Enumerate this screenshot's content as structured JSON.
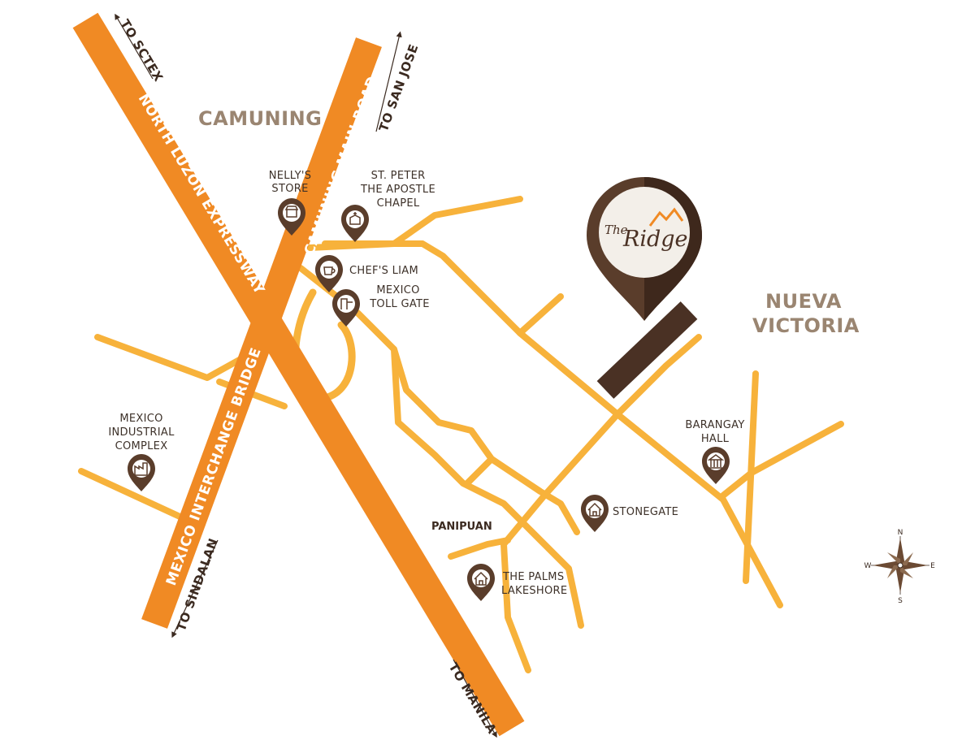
{
  "colors": {
    "expressway": "#f08a24",
    "local_road": "#f7b23b",
    "pin_brown": "#5a3d2b",
    "site_block": "#4a3124",
    "district_text": "#9a8571",
    "label_text": "#3d3129"
  },
  "districts": {
    "camuning": "CAMUNING",
    "nueva_victoria_line1": "NUEVA",
    "nueva_victoria_line2": "VICTORIA",
    "panipuan": "PANIPUAN"
  },
  "highways": {
    "nlex_north": "NORTH LUZON EXPRESSWAY",
    "nlex_south": "NORTH LUZON EXPRESSWAY",
    "camuning_road": "CAMUNING MAIN ROAD",
    "interchange_bridge": "MEXICO INTERCHANGE BRIDGE"
  },
  "destinations": {
    "sctex": "TO SCTEX",
    "san_jose": "TO SAN JOSE",
    "sindalan": "TO SINDALAN",
    "manila": "TO MANILA"
  },
  "landmarks": [
    {
      "lines": [
        "NELLY'S",
        "STORE"
      ],
      "icon": "store-icon"
    },
    {
      "lines": [
        "ST. PETER",
        "THE APOSTLE",
        "CHAPEL"
      ],
      "icon": "chapel-icon"
    },
    {
      "lines": [
        "CHEF'S LIAM"
      ],
      "icon": "coffee-cup-icon"
    },
    {
      "lines": [
        "MEXICO",
        "TOLL GATE"
      ],
      "icon": "toll-gate-icon"
    },
    {
      "lines": [
        "MEXICO",
        "INDUSTRIAL",
        "COMPLEX"
      ],
      "icon": "factory-icon"
    },
    {
      "lines": [
        "BARANGAY",
        "HALL"
      ],
      "icon": "government-hall-icon"
    },
    {
      "lines": [
        "STONEGATE"
      ],
      "icon": "house-icon"
    },
    {
      "lines": [
        "THE PALMS",
        "LAKESHORE"
      ],
      "icon": "house-icon"
    }
  ],
  "project_pin": {
    "logo_prefix": "The",
    "logo_name": "Ridge",
    "icon": "location-pin-icon"
  },
  "compass": {
    "north": "N",
    "south": "S",
    "east": "E",
    "west": "W"
  }
}
